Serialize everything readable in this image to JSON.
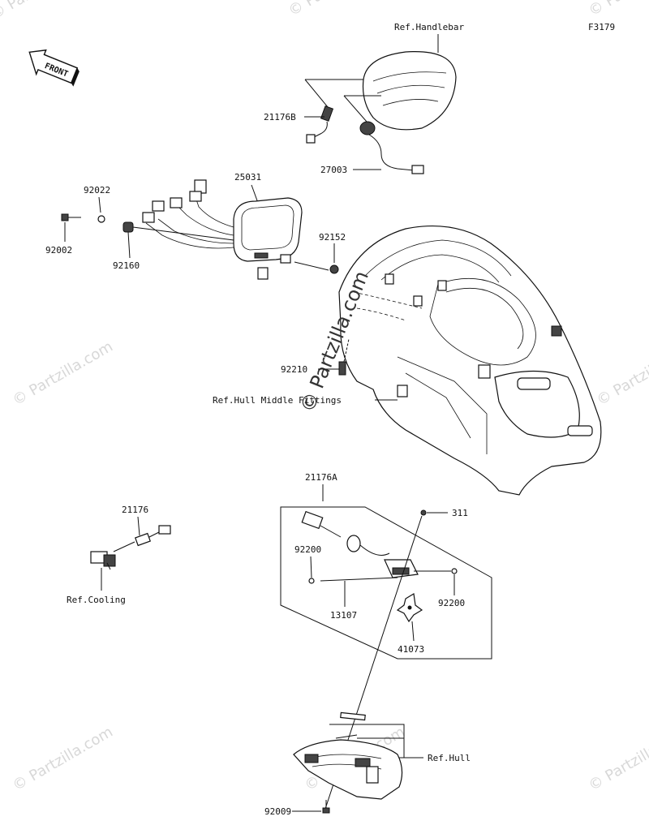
{
  "diagram_code": "F3179",
  "front_label": "FRONT",
  "watermark": {
    "center": "© Partzilla.com",
    "corner": "© Partzilla.com"
  },
  "references": {
    "handlebar": "Ref.Handlebar",
    "hull_middle_fittings": "Ref.Hull Middle Fittings",
    "cooling": "Ref.Cooling",
    "hull": "Ref.Hull"
  },
  "parts": {
    "p21176B": "21176B",
    "p27003": "27003",
    "p92022": "92022",
    "p25031": "25031",
    "p92002": "92002",
    "p92160": "92160",
    "p92152": "92152",
    "p92210": "92210",
    "p21176A": "21176A",
    "p311": "311",
    "p21176": "21176",
    "p92200a": "92200",
    "p92200b": "92200",
    "p13107": "13107",
    "p41073": "41073",
    "p92009": "92009"
  }
}
